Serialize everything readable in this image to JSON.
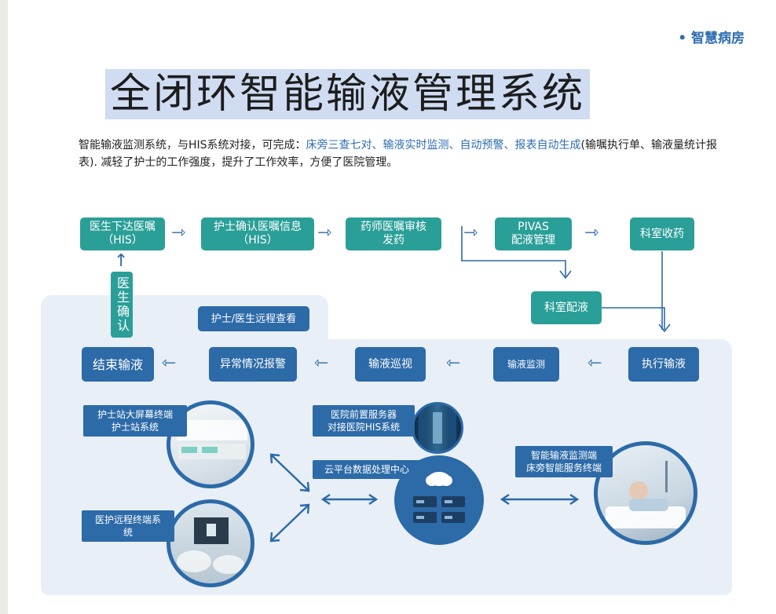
{
  "header": {
    "tag": "• 智慧病房",
    "title": "全闭环智能输液管理系统"
  },
  "intro": {
    "part1": "智能输液监测系统，与HIS系统对接，可完成：",
    "highlight": "床旁三查七对、输液实时监测、自动预警、报表自动生成",
    "part2": "(输嘱执行单、输液量统计报表). 减轻了护士的工作强度，提升了工作效率，方便了医院管理。"
  },
  "flow": {
    "doctor_order": [
      "医生下达医嘱",
      "（HIS）"
    ],
    "nurse_confirm": [
      "护士确认医嘱信息",
      "（HIS）"
    ],
    "pharmacist": [
      "药师医嘱审核",
      "发药"
    ],
    "pivas": [
      "PIVAS",
      "配液管理"
    ],
    "dept_receive": "科室收药",
    "dept_mix": "科室配液",
    "execute": "执行输液",
    "monitor": "输液监测",
    "patrol": "输液巡视",
    "abnormal": "异常情况报警",
    "end": "结束输液",
    "doctor_confirm": "医生确认",
    "remote_view": "护士/医生远程查看"
  },
  "systems": {
    "nurse_station": [
      "护士站大屏幕终端",
      "护士站系统"
    ],
    "remote_terminal": "医护远程终端系统",
    "front_server": [
      "医院前置服务器",
      "对接医院HIS系统"
    ],
    "cloud": "云平台数据处理中心",
    "bedside": [
      "智能输液监测端",
      "床旁智能服务终端"
    ]
  },
  "colors": {
    "teal": "#2a9f98",
    "blue": "#2c6aa8",
    "panel": "#e8eff7",
    "title_bg": "#cfdcf2",
    "accent_text": "#2f6db0"
  }
}
